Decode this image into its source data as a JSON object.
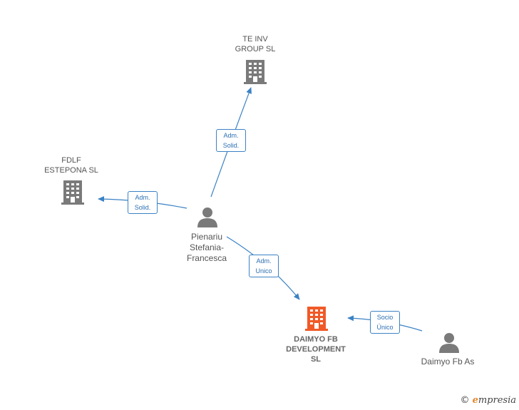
{
  "nodes": {
    "te_inv": {
      "label": "TE INV\nGROUP  SL",
      "color": "#7a7a7a"
    },
    "fdlf": {
      "label": "FDLF\nESTEPONA  SL",
      "color": "#7a7a7a"
    },
    "daimyo_dev": {
      "label": "DAIMYO FB\nDEVELOPMENT\nSL",
      "color": "#f05a28"
    },
    "pienariu": {
      "label": "Pienariu\nStefania-\nFrancesca",
      "color": "#7a7a7a"
    },
    "daimyo_as": {
      "label": "Daimyo Fb As",
      "color": "#7a7a7a"
    }
  },
  "edges": {
    "to_te_inv": {
      "label": "Adm.\nSolid."
    },
    "to_fdlf": {
      "label": "Adm.\nSolid."
    },
    "to_daimyo_dev": {
      "label": "Adm.\nUnico"
    },
    "socio": {
      "label": "Socio\nÚnico"
    }
  },
  "colors": {
    "edge": "#3b82c4"
  },
  "brand": {
    "copyright": "©",
    "name": "mpresia",
    "initial": "e"
  }
}
